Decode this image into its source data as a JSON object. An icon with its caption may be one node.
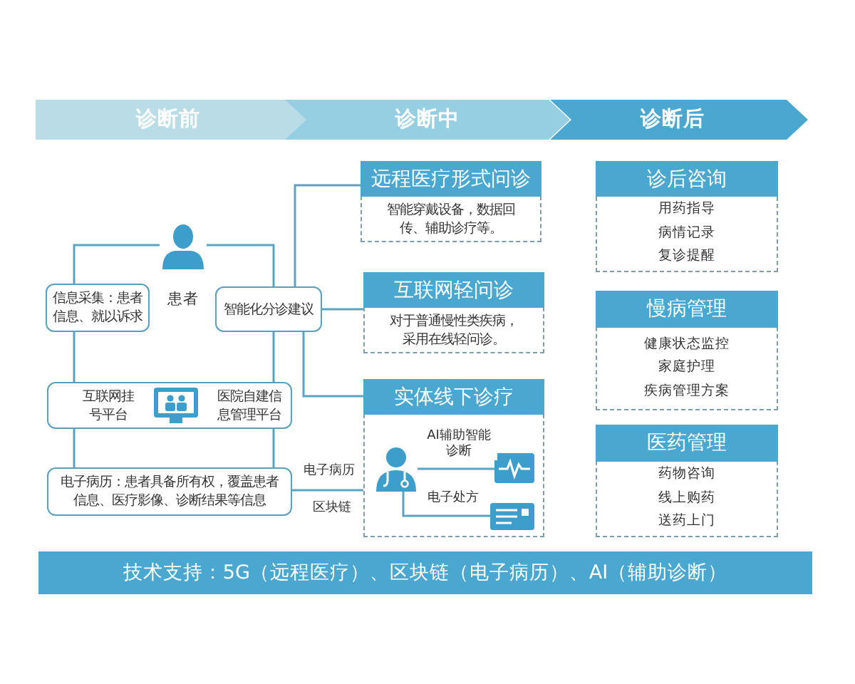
{
  "diagram": {
    "nodes": [
      {
        "text": [
          "诊断前"
        ]
      },
      {
        "text": [
          "诊断中"
        ]
      },
      {
        "text": [
          "诊断后"
        ]
      },
      {
        "text": [
          "患者"
        ]
      },
      {
        "text": [
          "信息采集：患者信息、就以诉求"
        ]
      },
      {
        "text": [
          "智能化分诊建议"
        ]
      },
      {
        "text": [
          "互联网挂号平台",
          "医院自建信息管理平台"
        ]
      },
      {
        "text": [
          "电子病历：患者具备所有权，覆盖患者信息、医疗影像、诊断结果等信息"
        ]
      },
      {
        "text": [
          "远程医疗形式问诊",
          "智能穿戴设备，数据回传、辅助诊疗等。"
        ]
      },
      {
        "text": [
          "互联网轻问诊",
          "对于普通慢性类疾病，采用在线轻问诊。"
        ]
      },
      {
        "text": [
          "实体线下诊疗"
        ]
      },
      {
        "text": [],
        "shape": "person",
        "in": 10
      },
      {
        "text": [],
        "shape": "picture",
        "in": 10
      },
      {
        "text": [],
        "shape": "picture",
        "in": 10
      },
      {
        "text": [
          "诊后咨询",
          "用药指导",
          "病情记录",
          "复诊提醒"
        ]
      },
      {
        "text": [
          "慢病管理",
          "健康状态监控",
          "家庭护理",
          "疾病管理方案"
        ]
      },
      {
        "text": [
          "医药管理",
          "药物咨询",
          "线上购药",
          "送药上门"
        ]
      },
      {
        "text": [
          "技术支持：5G（远程医疗）、区块链（电子病历）、AI（辅助诊断）"
        ]
      }
    ],
    "edges": [
      {
        "from": 3,
        "to": 4,
        "arrow": "none"
      },
      {
        "from": 3,
        "to": 5,
        "arrow": "none"
      },
      {
        "from": 4,
        "to": 6,
        "arrow": "none"
      },
      {
        "from": 5,
        "to": 6,
        "arrow": "none"
      },
      {
        "from": 5,
        "to": 8,
        "arrow": "none"
      },
      {
        "from": 5,
        "to": 9,
        "arrow": "none"
      },
      {
        "from": 5,
        "to": 10,
        "arrow": "none"
      },
      {
        "from": 6,
        "to": 7,
        "arrow": "none"
      },
      {
        "from": 6,
        "to": 7,
        "arrow": "none"
      },
      {
        "from": 7,
        "to": 10,
        "arrow": "none",
        "label": "电子病历"
      },
      {
        "from": 11,
        "to": 12,
        "arrow": "none",
        "label": "AI辅助智能诊断"
      },
      {
        "from": 11,
        "to": 13,
        "arrow": "none",
        "label": "电子处方"
      }
    ],
    "labels": [
      "区块链"
    ]
  }
}
